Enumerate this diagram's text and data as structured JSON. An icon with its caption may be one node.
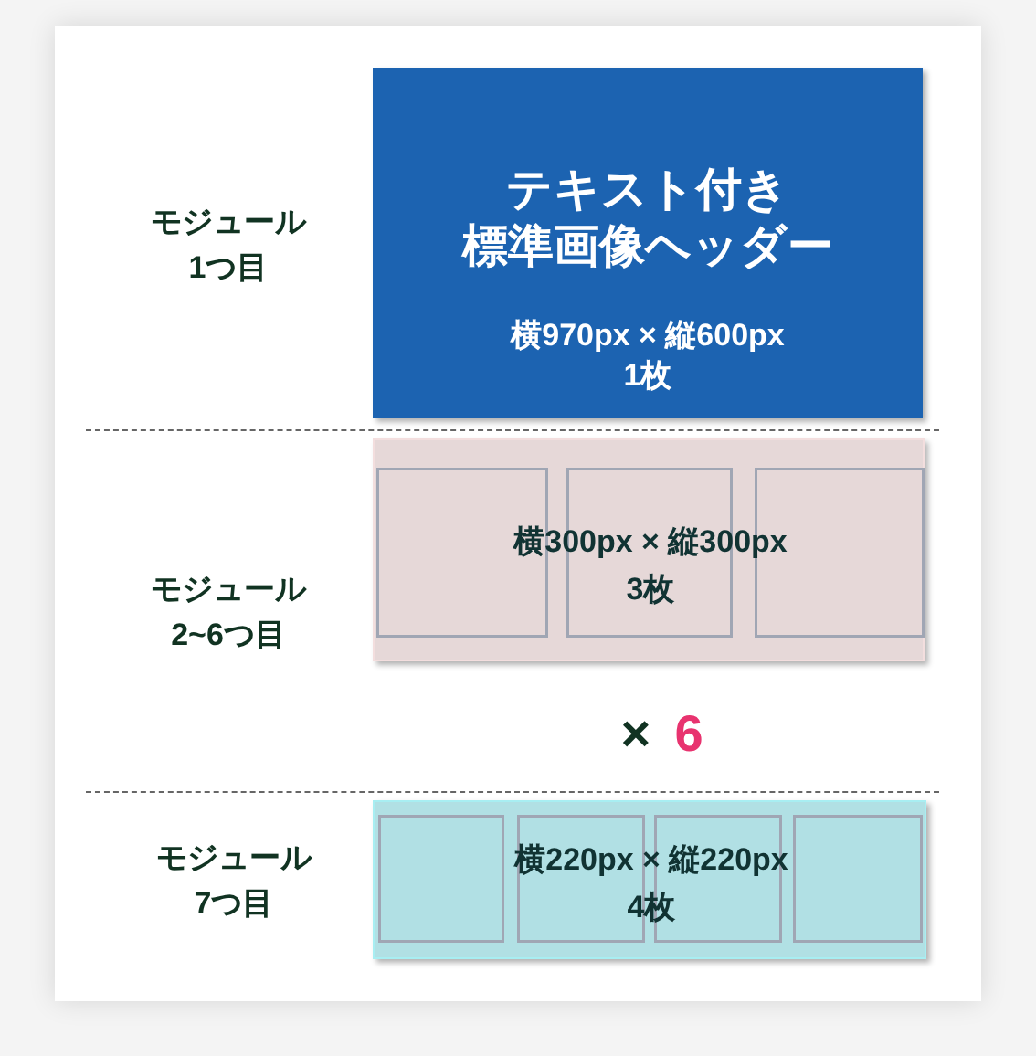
{
  "diagram": {
    "nodes": [
      {
        "text": [
          "テキスト付き標準画像ヘッダー",
          "横970px × 縦600px",
          "1枚"
        ]
      },
      {
        "text": [
          "横300px × 縦300px",
          "3枚"
        ]
      },
      {
        "text": [
          "横220px × 縦220px",
          "4枚"
        ]
      }
    ],
    "labels": [
      "モジュール1つ目",
      "モジュール2~6つ目",
      "×",
      "6",
      "モジュール7つ目"
    ]
  }
}
